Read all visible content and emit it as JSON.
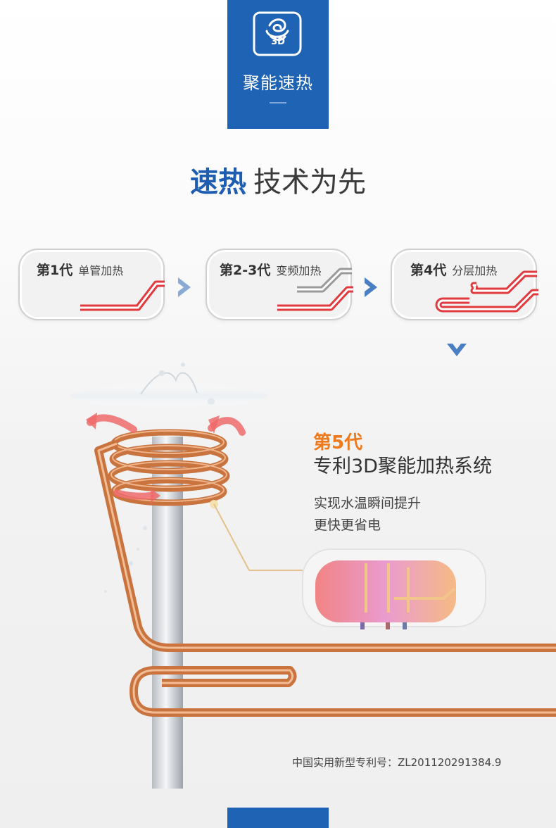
{
  "badge": {
    "title": "聚能速热",
    "icon_label": "3D",
    "icon": "spiral-3d-icon",
    "color": "#1e63b4"
  },
  "headline": {
    "highlight": "速热",
    "rest": "技术为先",
    "highlight_color": "#1e5db0"
  },
  "generations": [
    {
      "label": "第1代",
      "desc": "单管加热"
    },
    {
      "label": "第2-3代",
      "desc": "变频加热"
    },
    {
      "label": "第4代",
      "desc": "分层加热"
    }
  ],
  "fifth": {
    "title": "第5代",
    "subtitle": "专利3D聚能加热系统",
    "desc_line1": "实现水温瞬间提升",
    "desc_line2": "更快更省电",
    "title_color": "#ee7a1e"
  },
  "patent": "中国实用新型专利号：ZL201120291384.9",
  "colors": {
    "pipe_red": "#e0393e",
    "pipe_gray": "#9a9a9a",
    "copper": "#c9733f",
    "arrow_blue": "#4a7fc4"
  }
}
